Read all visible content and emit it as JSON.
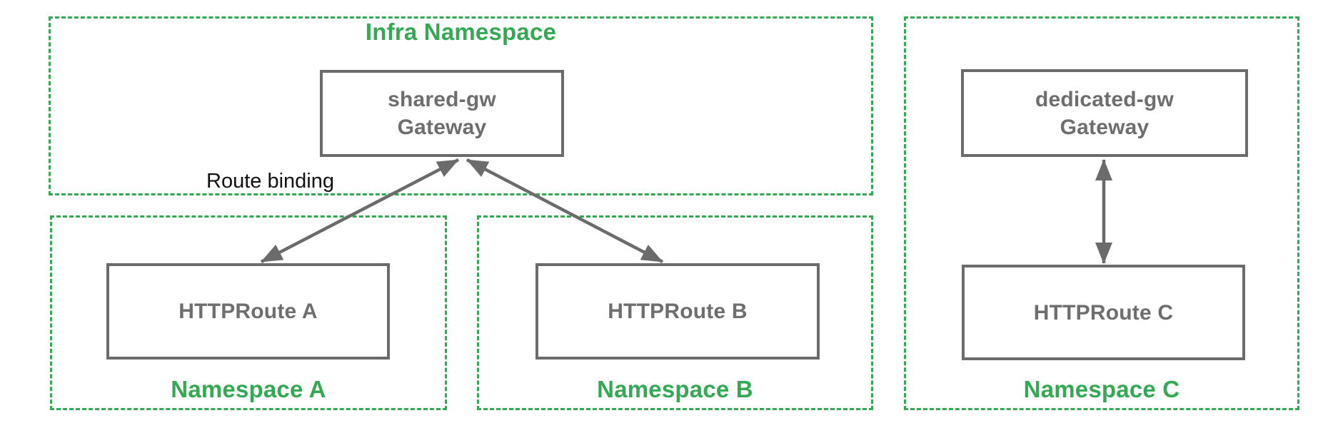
{
  "diagram": {
    "infra_namespace": {
      "label": "Infra Namespace",
      "gateway": {
        "line1": "shared-gw",
        "line2": "Gateway"
      }
    },
    "namespace_a": {
      "label": "Namespace A",
      "route": "HTTPRoute A"
    },
    "namespace_b": {
      "label": "Namespace B",
      "route": "HTTPRoute B"
    },
    "namespace_c": {
      "label": "Namespace C",
      "gateway": {
        "line1": "dedicated-gw",
        "line2": "Gateway"
      },
      "route": "HTTPRoute C"
    },
    "annotations": {
      "route_binding": "Route binding"
    },
    "colors": {
      "namespace_green": "#34a853",
      "node_border_gray": "#6b6b6b",
      "node_text_gray": "#6e6e6e",
      "arrow_gray": "#6b6b6b",
      "annotation_black": "#111111"
    }
  }
}
